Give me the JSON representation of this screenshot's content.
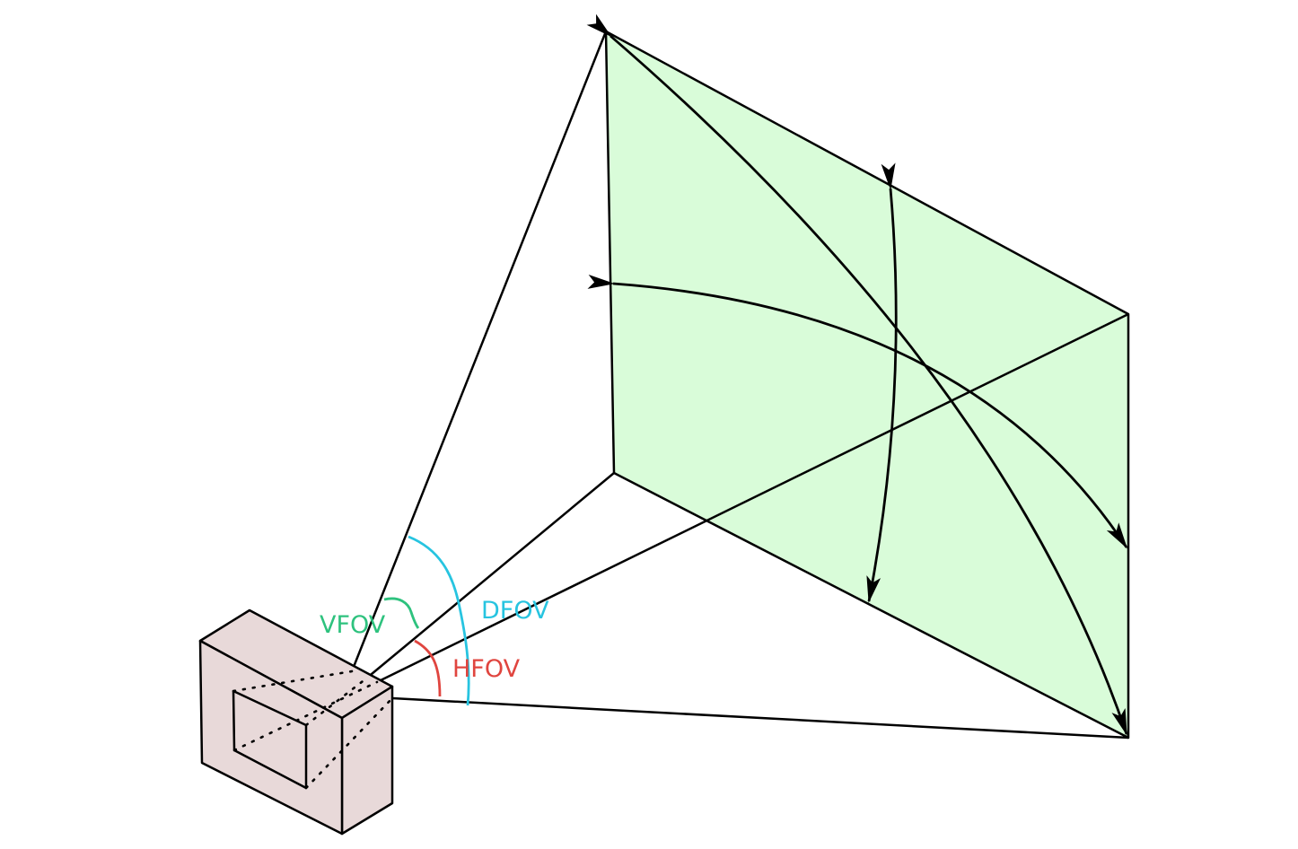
{
  "labels": {
    "vfov": "VFOV",
    "hfov": "HFOV",
    "dfov": "DFOV"
  },
  "colors": {
    "plane_fill": "#d9fcd9",
    "camera_front": "#e8d9d9",
    "camera_top": "#e8d9d9",
    "camera_side": "#e8d9d9",
    "line": "#000000",
    "vfov": "#2ec27e",
    "hfov": "#e0453f",
    "dfov": "#27c4e0"
  },
  "icons": {
    "camera": "camera-box-icon",
    "image_plane": "image-plane-icon"
  }
}
